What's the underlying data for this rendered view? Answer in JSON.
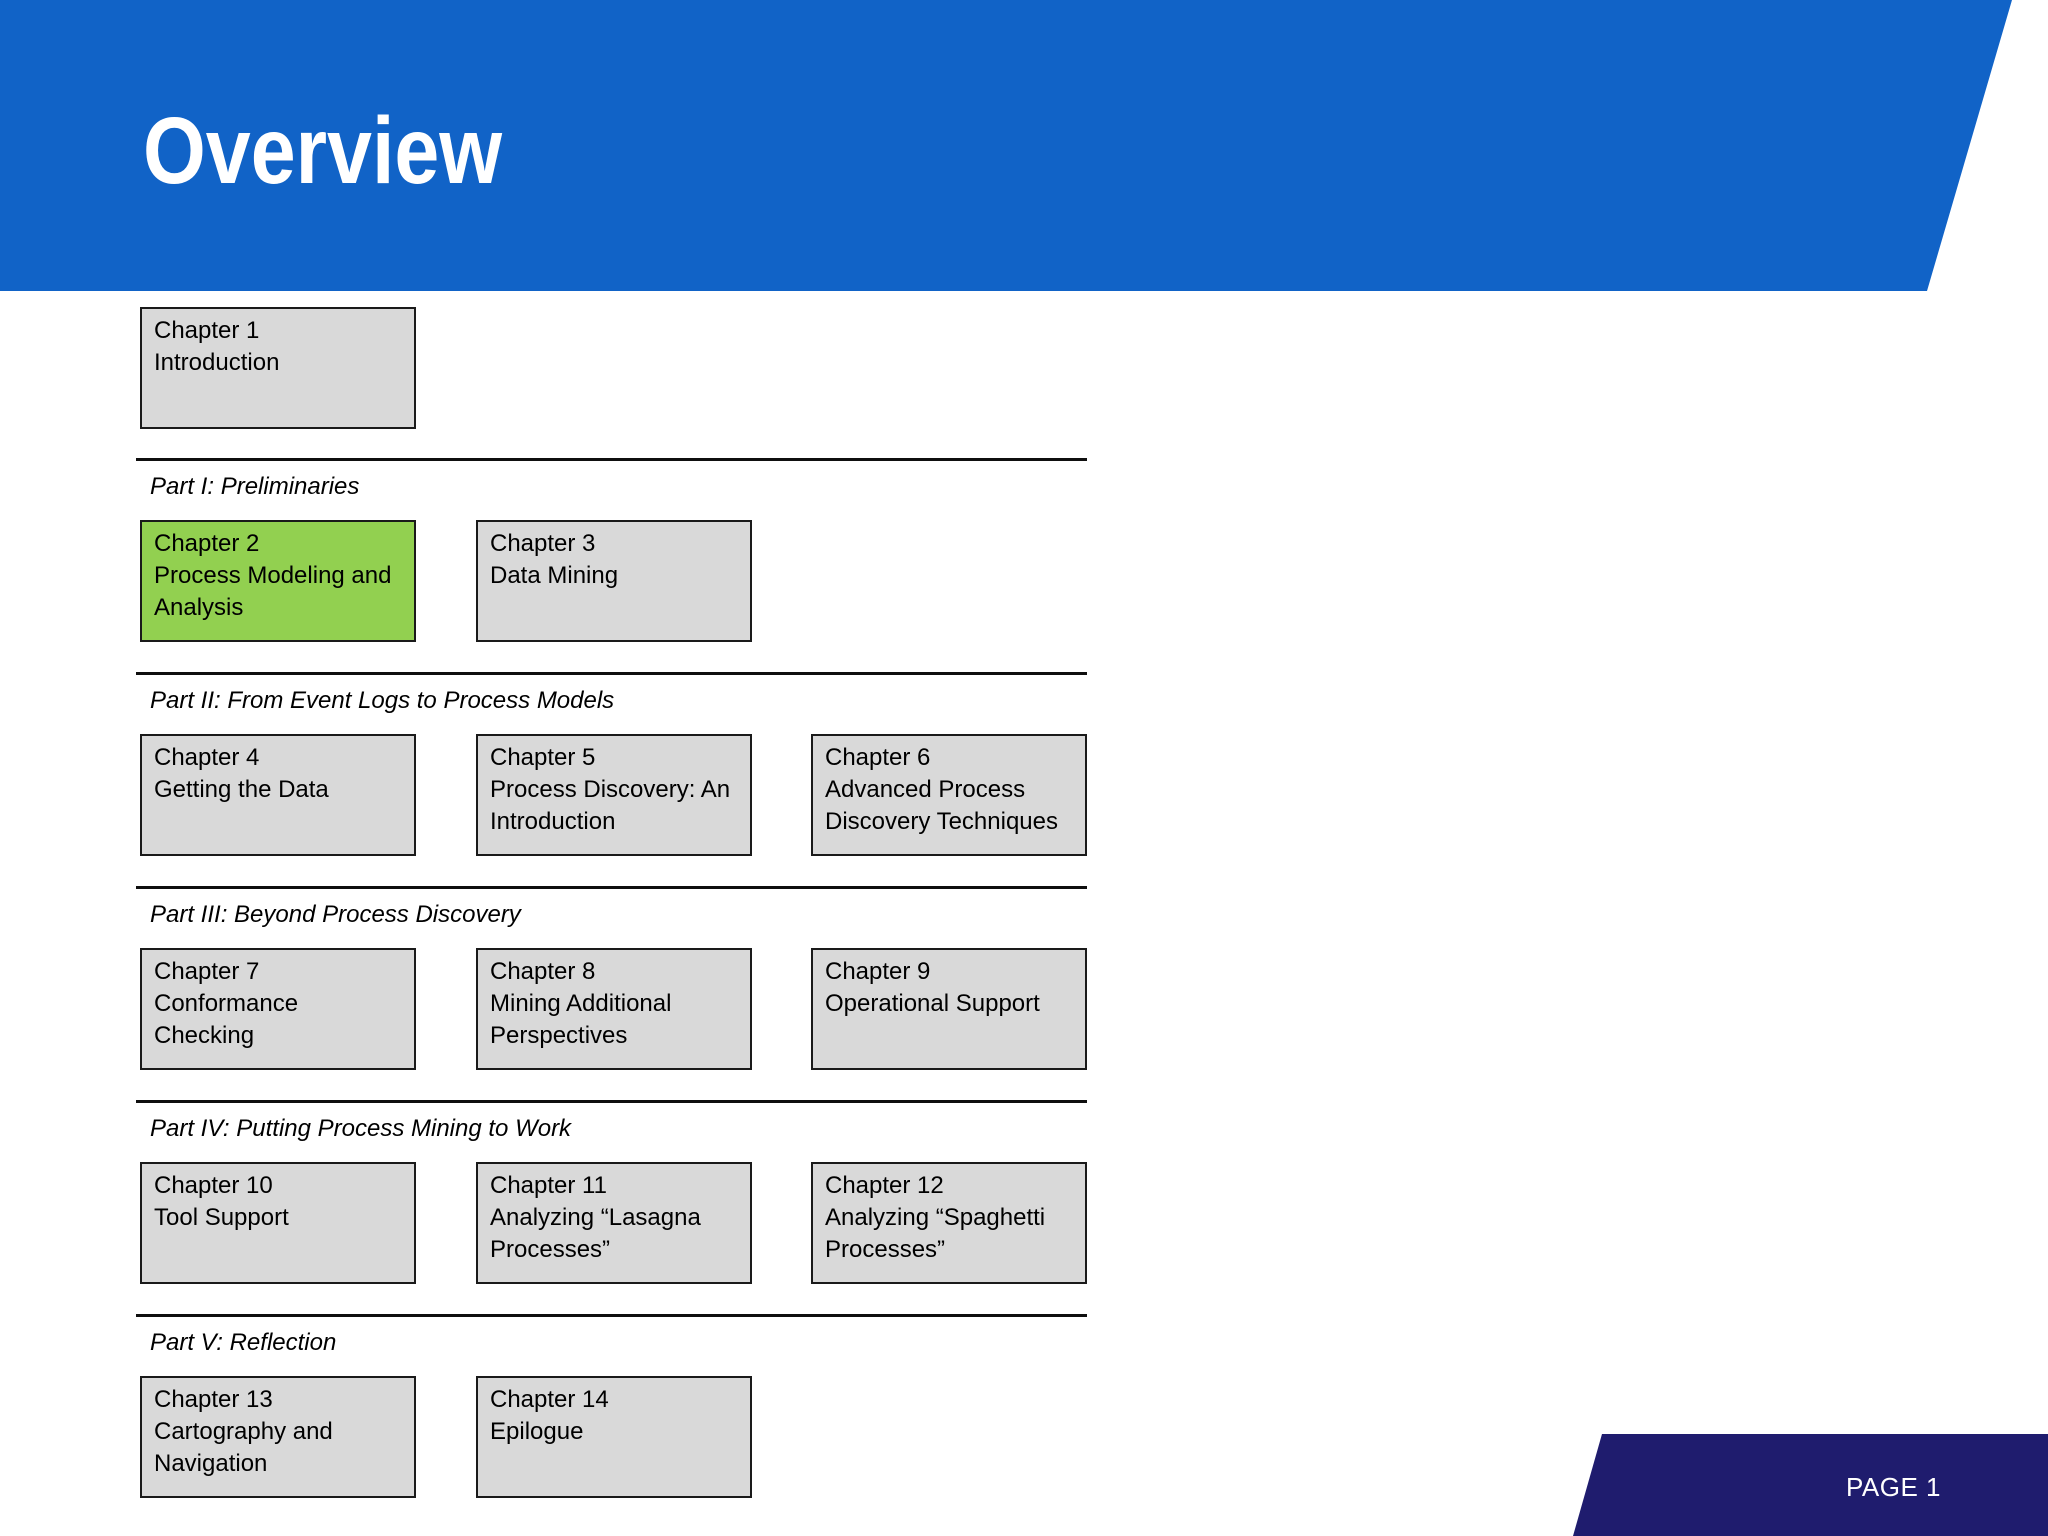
{
  "slide": {
    "title": "Overview",
    "page_label": "PAGE 1"
  },
  "colors": {
    "header-blue": "#1163c7",
    "footer-navy": "#1f1c6e",
    "box-gray": "#d9d9d9",
    "box-green": "#92d050",
    "box-border": "#1a1a1a",
    "divider": "#0f0f0f",
    "title-text": "#ffffff",
    "body-text": "#000000"
  },
  "intro": {
    "chapter": "Chapter 1",
    "title": "Introduction",
    "highlighted": false
  },
  "parts": [
    {
      "label": "Part I: Preliminaries",
      "chapters": [
        {
          "chapter": "Chapter 2",
          "title": "Process Modeling and Analysis",
          "highlighted": true
        },
        {
          "chapter": "Chapter 3",
          "title": "Data Mining",
          "highlighted": false
        }
      ]
    },
    {
      "label": "Part II: From Event Logs to Process Models",
      "chapters": [
        {
          "chapter": "Chapter 4",
          "title": "Getting the Data",
          "highlighted": false
        },
        {
          "chapter": "Chapter 5",
          "title": "Process Discovery: An Introduction",
          "highlighted": false
        },
        {
          "chapter": "Chapter 6",
          "title": "Advanced Process Discovery Techniques",
          "highlighted": false
        }
      ]
    },
    {
      "label": "Part III: Beyond Process Discovery",
      "chapters": [
        {
          "chapter": "Chapter 7",
          "title": "Conformance Checking",
          "highlighted": false
        },
        {
          "chapter": "Chapter 8",
          "title": "Mining Additional Perspectives",
          "highlighted": false
        },
        {
          "chapter": "Chapter 9",
          "title": "Operational Support",
          "highlighted": false
        }
      ]
    },
    {
      "label": "Part IV: Putting Process Mining to Work",
      "chapters": [
        {
          "chapter": "Chapter 10",
          "title": "Tool Support",
          "highlighted": false
        },
        {
          "chapter": "Chapter 11",
          "title": "Analyzing “Lasagna Processes”",
          "highlighted": false
        },
        {
          "chapter": "Chapter 12",
          "title": "Analyzing “Spaghetti Processes”",
          "highlighted": false
        }
      ]
    },
    {
      "label": "Part V: Reflection",
      "chapters": [
        {
          "chapter": "Chapter 13",
          "title": "Cartography and Navigation",
          "highlighted": false
        },
        {
          "chapter": "Chapter 14",
          "title": "Epilogue",
          "highlighted": false
        }
      ]
    }
  ]
}
